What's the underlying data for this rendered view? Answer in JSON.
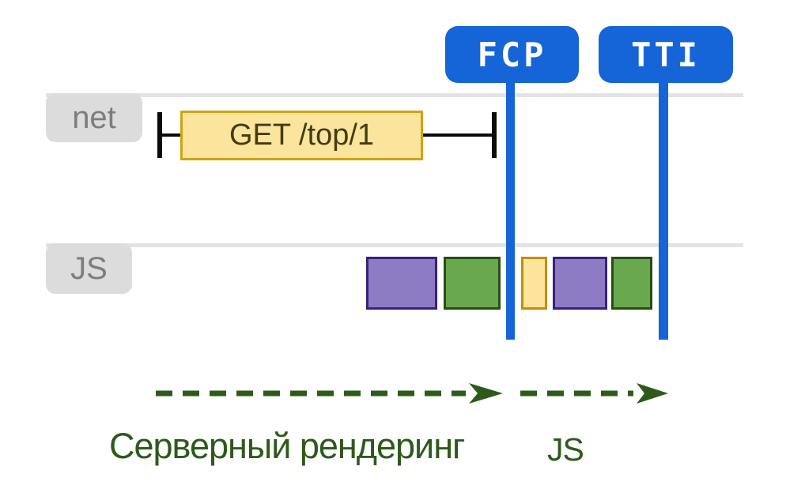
{
  "diagram": "page-load-timeline",
  "markers": [
    {
      "id": "fcp",
      "label": "FCP"
    },
    {
      "id": "tti",
      "label": "TTI"
    }
  ],
  "lanes": [
    {
      "id": "net",
      "label": "net",
      "request": {
        "label": "GET /top/1"
      }
    },
    {
      "id": "js",
      "label": "JS",
      "blocks": [
        "purple-task",
        "green-task",
        "yellow-task",
        "purple-task",
        "green-task"
      ]
    }
  ],
  "phases": [
    {
      "label": "Серверный рендеринг"
    },
    {
      "label": "JS"
    }
  ],
  "colors": {
    "blue": "#1565d8",
    "laneBg": "#dcdcdc",
    "laneText": "#7d7d7d",
    "laneLine": "#e3e3e3",
    "yellowFill": "#fbe49c",
    "yellowBorder": "#d0a310",
    "blockYellowBorder": "#bf9000",
    "purpleFill": "#8d7cc4",
    "purpleBorder": "#38217a",
    "greenFill": "#6aa84f",
    "greenBorder": "#274e13",
    "darkGreen": "#2d5a1b",
    "requestText": "#413d11",
    "tick": "#0a0a0a"
  }
}
